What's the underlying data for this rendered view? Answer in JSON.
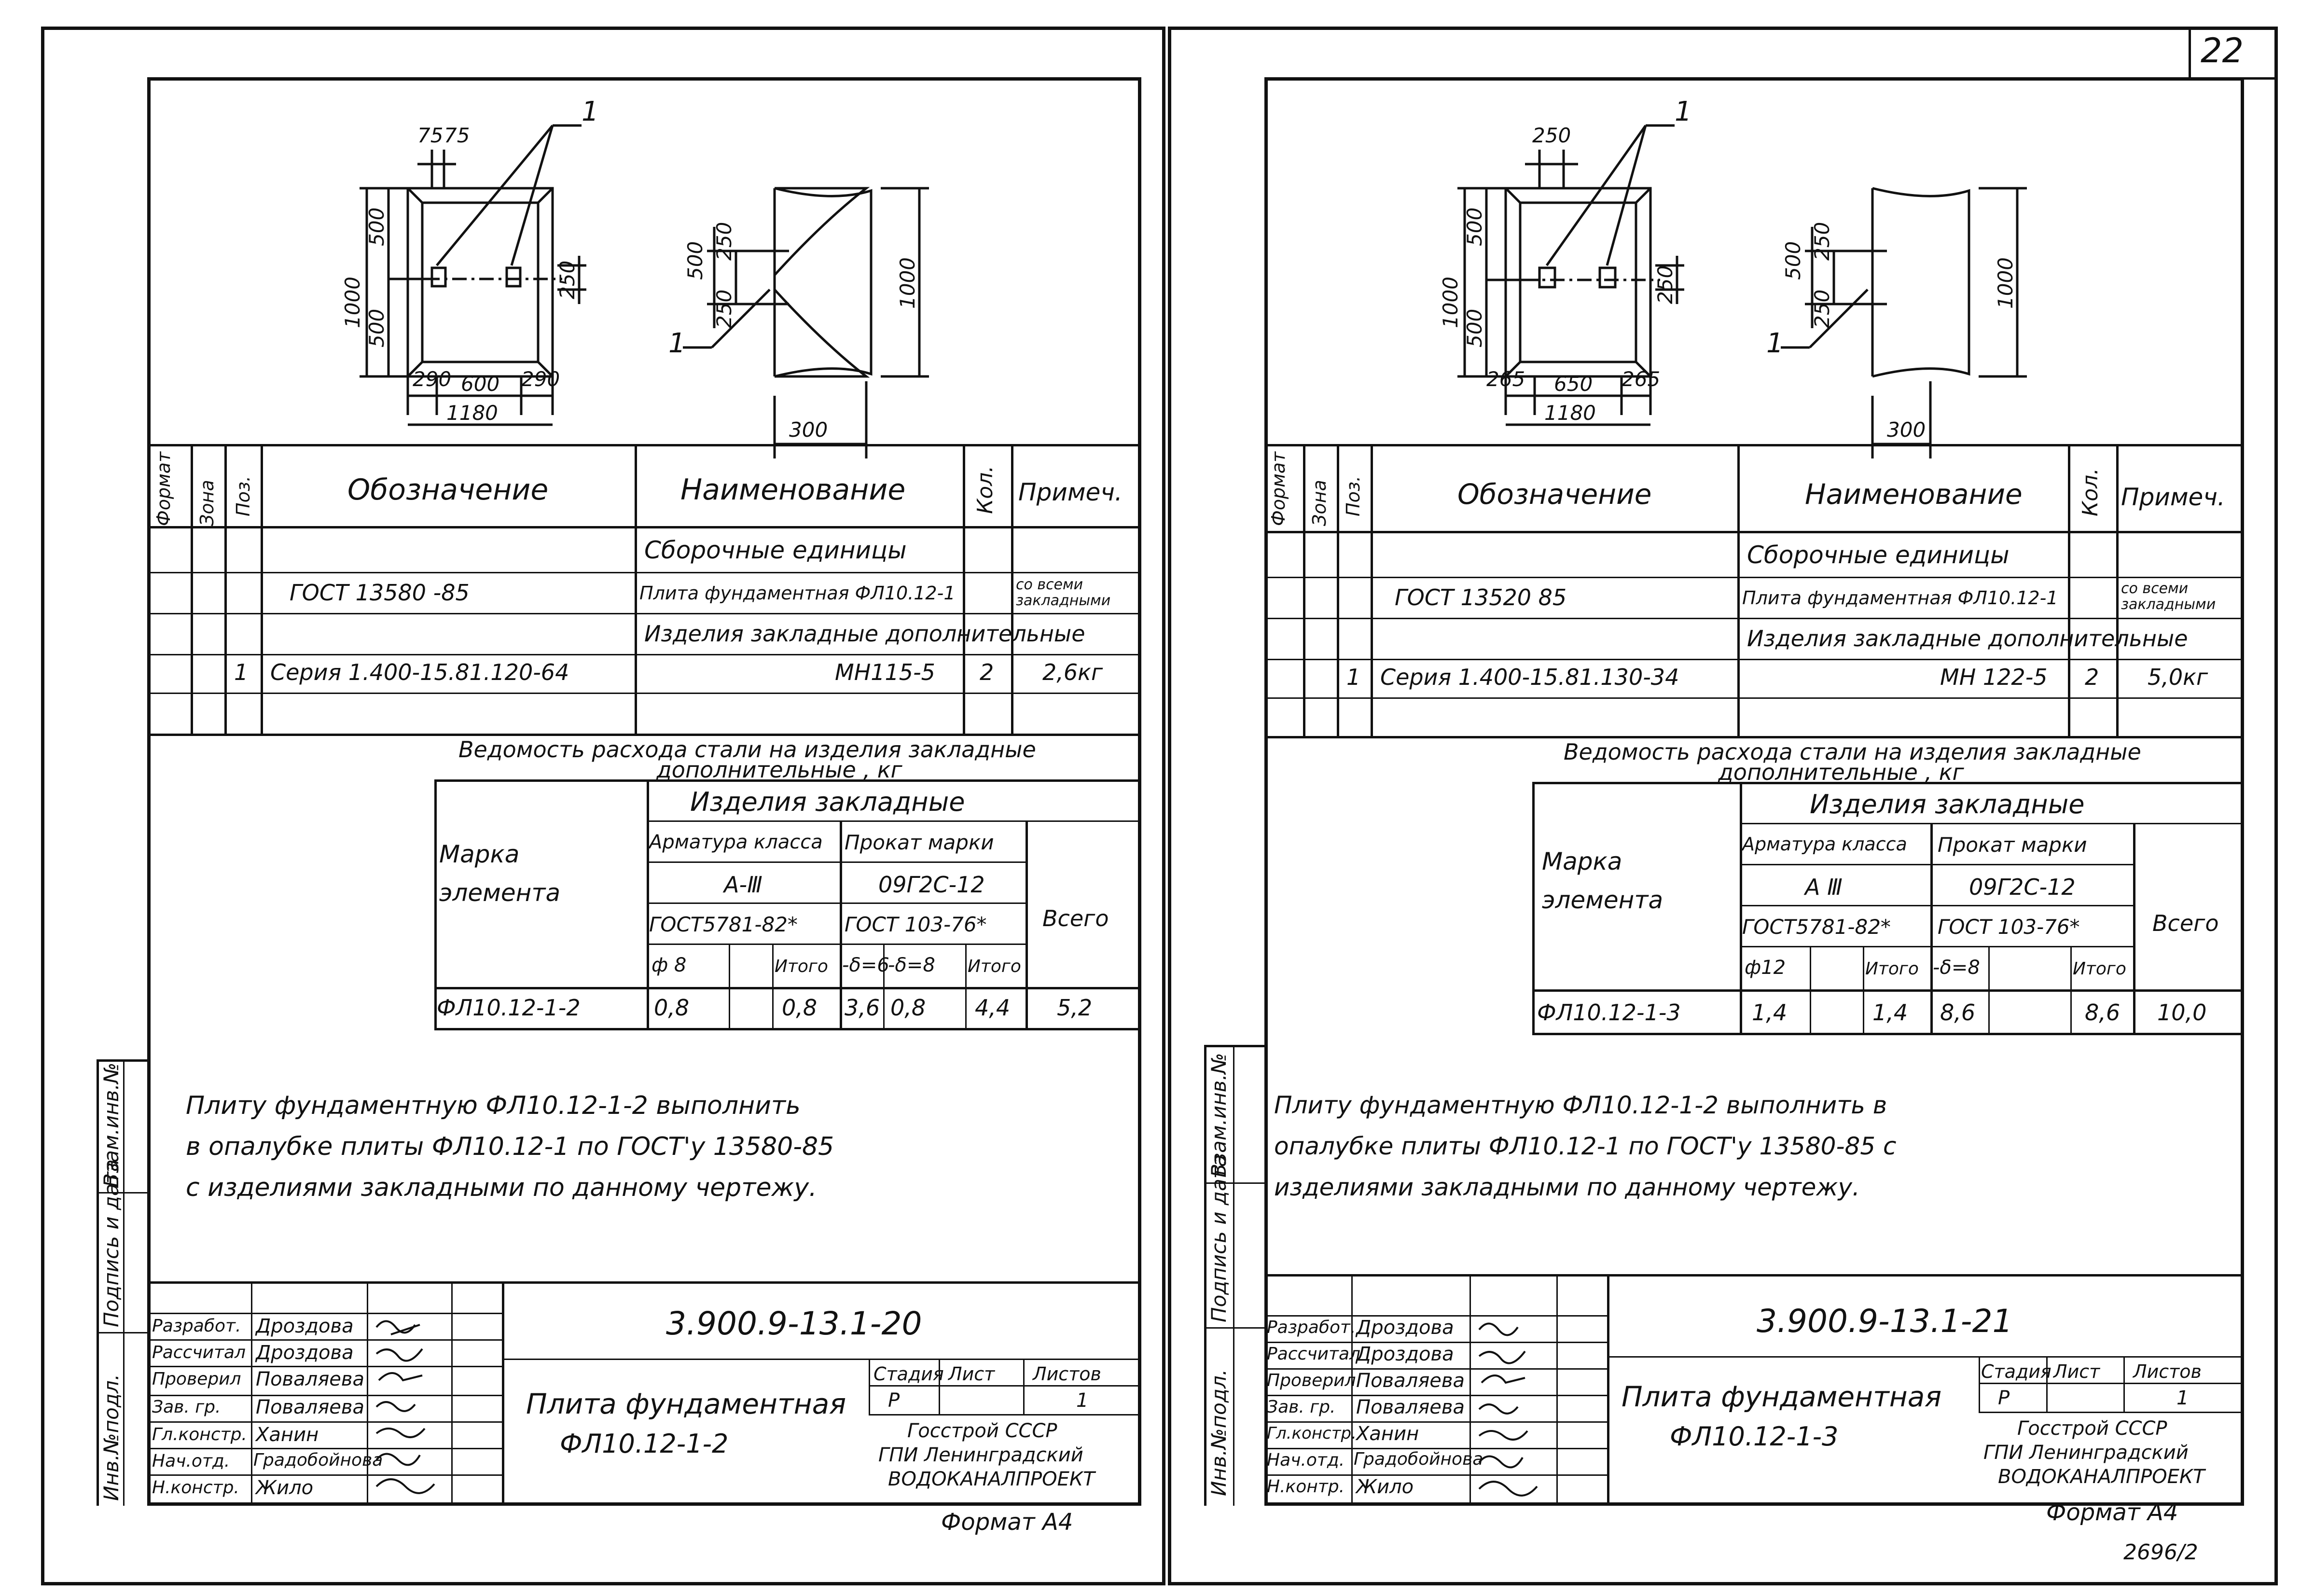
{
  "page_number": "22",
  "footer_note": "2696/2",
  "format_label": "Формат А4",
  "side_stamps": [
    "Инв.№подл.",
    "Подпись и дата",
    "Взам.инв.№"
  ],
  "sheets": [
    {
      "drawing": {
        "dims": {
          "d75a": "75",
          "d75b": "75",
          "d1000": "1000",
          "d500a": "500",
          "d500b": "500",
          "d250": "250",
          "d290a": "290",
          "d600": "600",
          "d290b": "290",
          "d1180": "1180",
          "s500": "500",
          "s250a": "250",
          "s250b": "250",
          "s1000": "1000",
          "s300": "300"
        },
        "callout": "1"
      },
      "spec_headers": {
        "format": "Формат",
        "zone": "Зона",
        "pos": "Поз.",
        "designation": "Обозначение",
        "name": "Наименование",
        "qty": "Кол.",
        "note": "Примеч."
      },
      "spec_rows": [
        {
          "pos": "",
          "designation": "",
          "name": "Сборочные единицы",
          "qty": "",
          "note": ""
        },
        {
          "pos": "",
          "designation": "ГОСТ 13580 -85",
          "name": "Плита фундаментная ФЛ10.12-1",
          "qty": "",
          "note": "со всеми закладными"
        },
        {
          "pos": "",
          "designation": "",
          "name": "Изделия закладные дополнительные",
          "qty": "",
          "note": ""
        },
        {
          "pos": "1",
          "designation": "Серия 1.400-15.81.120-64",
          "name": "МН115-5",
          "qty": "2",
          "note": "2,6кг"
        },
        {
          "pos": "",
          "designation": "",
          "name": "",
          "qty": "",
          "note": ""
        }
      ],
      "steel": {
        "title_line1": "Ведомость расхода стали на изделия закладные",
        "title_line2": "дополнительные , кг",
        "mark_label": "Марка элемента",
        "group": "Изделия закладные",
        "rebar_label": "Арматура класса",
        "rebar_class": "А-Ⅲ",
        "rebar_gost": "ГОСТ5781-82*",
        "rolled_label": "Прокат марки",
        "rolled_grade": "09Г2С-12",
        "rolled_gost": "ГОСТ 103-76*",
        "total_label": "Всего",
        "sub": [
          "ф 8",
          "",
          "Итого",
          "-δ=6",
          "-δ=8",
          "Итого"
        ],
        "row": {
          "mark": "ФЛ10.12-1-2",
          "values": [
            "0,8",
            "",
            "0,8",
            "3,6",
            "0,8",
            "4,4"
          ],
          "total": "5,2"
        }
      },
      "note": [
        "Плиту фундаментную ФЛ10.12-1-2 выполнить",
        "в опалубке плиты ФЛ10.12-1 по ГОСТ'у 13580-85",
        "с изделиями закладными по данному чертежу."
      ],
      "title": {
        "code": "3.900.9-13.1-20",
        "name_line1": "Плита фундаментная",
        "name_line2": "ФЛ10.12-1-2",
        "stage_label": "Стадия",
        "sheet_label": "Лист",
        "sheets_label": "Листов",
        "stage": "Р",
        "sheets": "1",
        "org1": "Госстрой СССР",
        "org2": "ГПИ Ленинградский",
        "org3": "ВОДОКАНАЛПРОЕКТ",
        "roles": [
          "Разработ.",
          "Рассчитал",
          "Проверил",
          "Зав. гр.",
          "Гл.констр.",
          "Нач.отд.",
          "Н.констр."
        ],
        "names": [
          "Дроздова",
          "Дроздова",
          "Поваляева",
          "Поваляева",
          "Ханин",
          "Градобойнова",
          "Жило"
        ]
      }
    },
    {
      "drawing": {
        "dims": {
          "d250top": "250",
          "d1000": "1000",
          "d500a": "500",
          "d500b": "500",
          "d250": "250",
          "d265a": "265",
          "d650": "650",
          "d265b": "265",
          "d1180": "1180",
          "s500": "500",
          "s250a": "250",
          "s250b": "250",
          "s1000": "1000",
          "s300": "300"
        },
        "callout": "1"
      },
      "spec_headers": {
        "format": "Формат",
        "zone": "Зона",
        "pos": "Поз.",
        "designation": "Обозначение",
        "name": "Наименование",
        "qty": "Кол.",
        "note": "Примеч."
      },
      "spec_rows": [
        {
          "pos": "",
          "designation": "",
          "name": "Сборочные единицы",
          "qty": "",
          "note": ""
        },
        {
          "pos": "",
          "designation": "ГОСТ 13520 85",
          "name": "Плита фундаментная ФЛ10.12-1",
          "qty": "",
          "note": "со всеми закладными"
        },
        {
          "pos": "",
          "designation": "",
          "name": "Изделия закладные дополнительные",
          "qty": "",
          "note": ""
        },
        {
          "pos": "1",
          "designation": "Серия 1.400-15.81.130-34",
          "name": "МН 122-5",
          "qty": "2",
          "note": "5,0кг"
        },
        {
          "pos": "",
          "designation": "",
          "name": "",
          "qty": "",
          "note": ""
        }
      ],
      "steel": {
        "title_line1": "Ведомость расхода стали на изделия закладные",
        "title_line2": "дополнительные , кг",
        "mark_label": "Марка элемента",
        "group": "Изделия закладные",
        "rebar_label": "Арматура класса",
        "rebar_class": "А Ⅲ",
        "rebar_gost": "ГОСТ5781-82*",
        "rolled_label": "Прокат марки",
        "rolled_grade": "09Г2С-12",
        "rolled_gost": "ГОСТ 103-76*",
        "total_label": "Всего",
        "sub": [
          "ф12",
          "",
          "Итого",
          "-δ=8",
          "",
          "Итого"
        ],
        "row": {
          "mark": "ФЛ10.12-1-3",
          "values": [
            "1,4",
            "",
            "1,4",
            "8,6",
            "",
            "8,6"
          ],
          "total": "10,0"
        }
      },
      "note": [
        "Плиту фундаментную ФЛ10.12-1-2 выполнить в",
        "опалубке плиты ФЛ10.12-1 по ГОСТ'у 13580-85 с",
        "изделиями закладными по данному чертежу."
      ],
      "title": {
        "code": "3.900.9-13.1-21",
        "name_line1": "Плита фундаментная",
        "name_line2": "ФЛ10.12-1-3",
        "stage_label": "Стадия",
        "sheet_label": "Лист",
        "sheets_label": "Листов",
        "stage": "Р",
        "sheets": "1",
        "org1": "Госстрой СССР",
        "org2": "ГПИ Ленинградский",
        "org3": "ВОДОКАНАЛПРОЕКТ",
        "roles": [
          "Разработ.",
          "Рассчитал",
          "Проверил",
          "Зав. гр.",
          "Гл.констр.",
          "Нач.отд.",
          "Н.контр."
        ],
        "names": [
          "Дроздова",
          "Дроздова",
          "Поваляева",
          "Поваляева",
          "Ханин",
          "Градобойнова",
          "Жило"
        ]
      }
    }
  ]
}
